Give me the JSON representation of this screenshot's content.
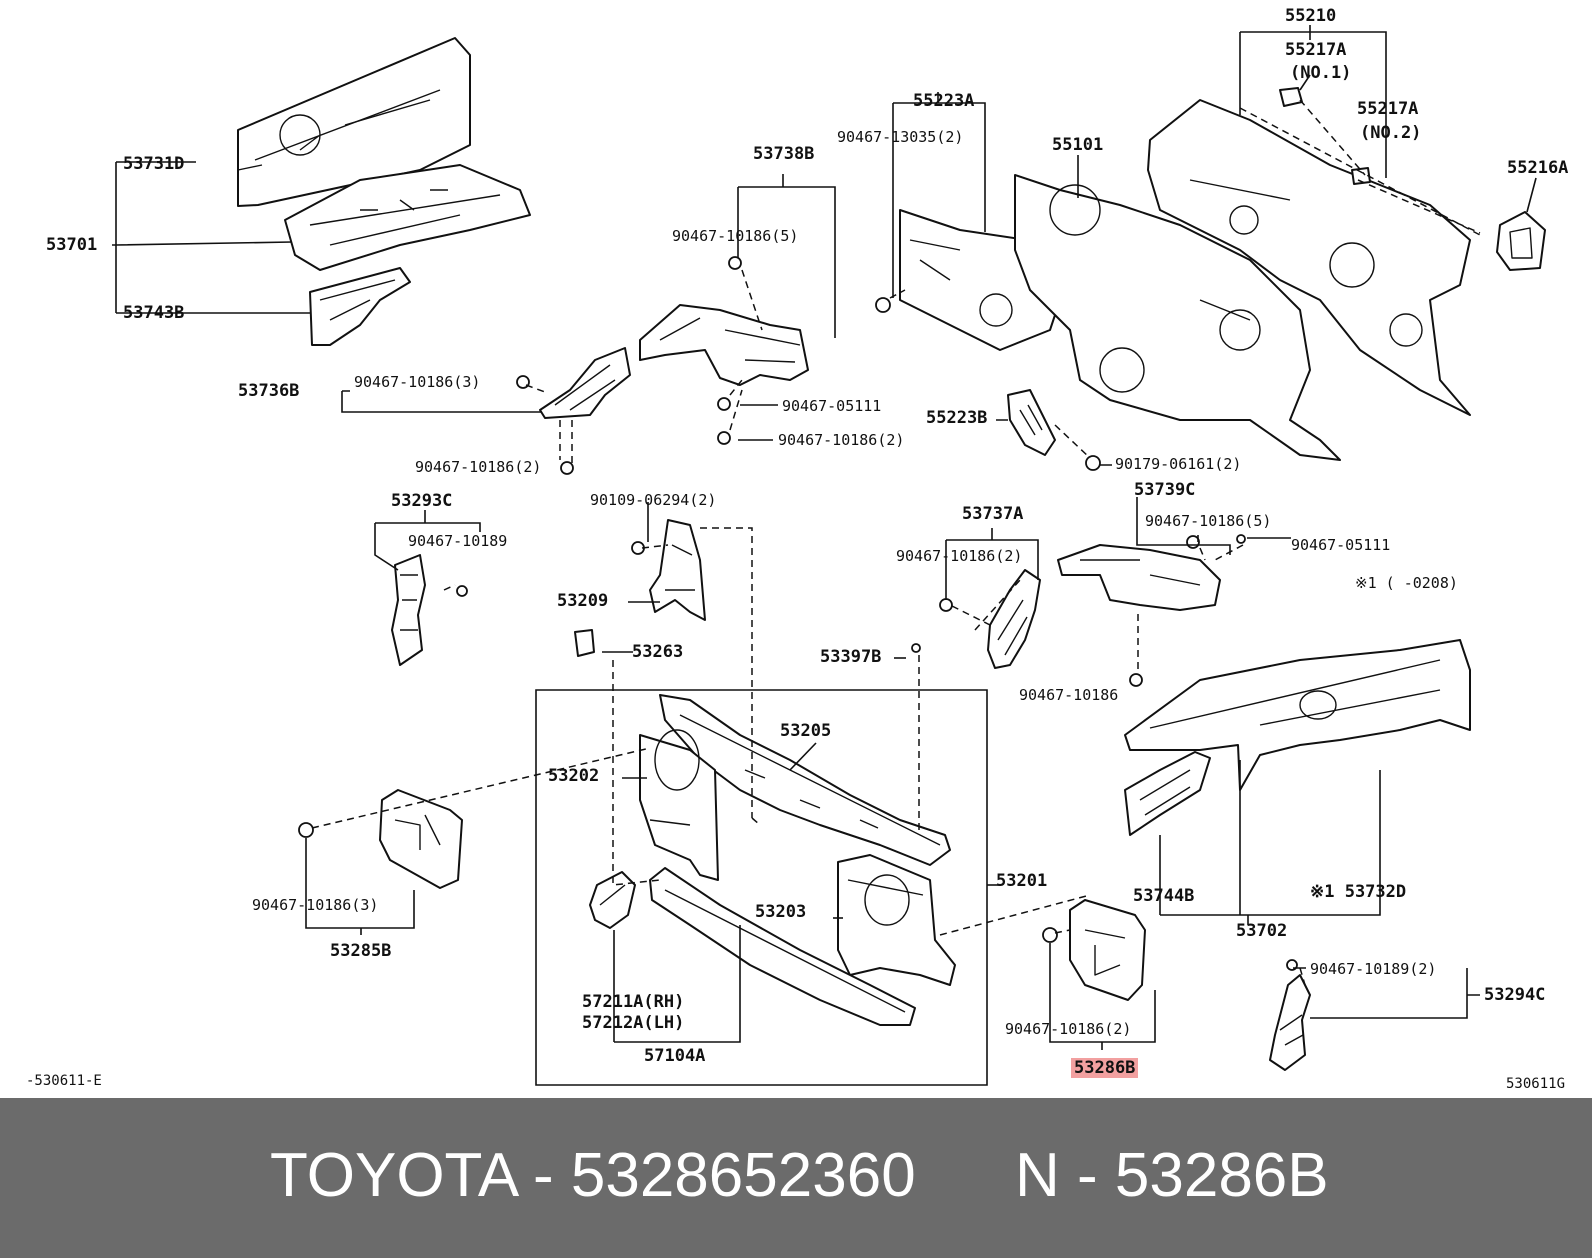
{
  "diagram": {
    "labels": {
      "p53731D": "53731D",
      "p53701": "53701",
      "p53743B": "53743B",
      "p53738B": "53738B",
      "f90467_10186_5_a": "90467-10186(5)",
      "p53736B": "53736B",
      "f90467_10186_3_a": "90467-10186(3)",
      "f90467_10186_2_a": "90467-10186(2)",
      "f90467_05111_a": "90467-05111",
      "f90467_10186_2_b": "90467-10186(2)",
      "p55223A": "55223A",
      "f90467_13035_2": "90467-13035(2)",
      "p55101": "55101",
      "p55210": "55210",
      "p55217A_1": "55217A",
      "no1": "(NO.1)",
      "p55217A_2": "55217A",
      "no2": "(NO.2)",
      "p55216A": "55216A",
      "p55223B": "55223B",
      "f90179_06161_2": "90179-06161(2)",
      "p53293C": "53293C",
      "f90467_10189": "90467-10189",
      "f90109_06294_2": "90109-06294(2)",
      "p53209": "53209",
      "p53263": "53263",
      "p53737A": "53737A",
      "f90467_10186_2_c": "90467-10186(2)",
      "f90467_10186_b": "90467-10186",
      "p53739C": "53739C",
      "f90467_10186_5_b": "90467-10186(5)",
      "f90467_05111_b": "90467-05111",
      "note_range": "※1 (    -0208)",
      "p53397B": "53397B",
      "p53205": "53205",
      "p53202": "53202",
      "p53201": "53201",
      "p53203": "53203",
      "p57211A": "57211A(RH)",
      "p57212A": "57212A(LH)",
      "p57104A": "57104A",
      "f90467_10186_3_b": "90467-10186(3)",
      "p53285B": "53285B",
      "f90467_10186_2_d": "90467-10186(2)",
      "p53286B": "53286B",
      "p53744B": "53744B",
      "note_53732D": "※1 53732D",
      "p53702": "53702",
      "f90467_10189_2": "90467-10189(2)",
      "p53294C": "53294C",
      "code_left": "-530611-E",
      "code_right": "530611G"
    },
    "highlight_color": "#f2a0a0"
  },
  "footer": {
    "brand_part": "TOYOTA - 5328652360",
    "short_part": "N - 53286B"
  }
}
